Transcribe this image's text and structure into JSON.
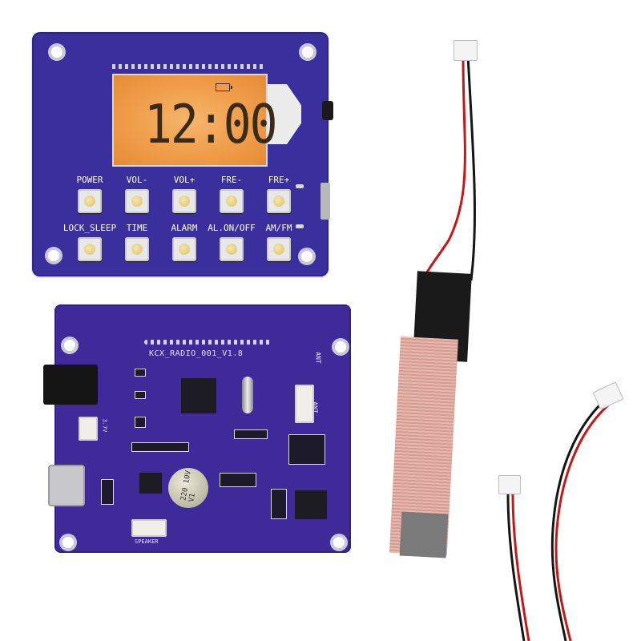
{
  "display_board": {
    "time": "12:00",
    "buttons_row1": [
      "POWER",
      "VOL-",
      "VOL+",
      "FRE-",
      "FRE+"
    ],
    "buttons_row2": [
      "LOCK_SLEEP",
      "TIME",
      "ALARM",
      "AL.ON/OFF",
      "AM/FM"
    ]
  },
  "main_board": {
    "board_name": "KCX_RADIO_001_V1.8",
    "silk_ant": "ANT",
    "silk_ant2": "ANT",
    "silk_speaker": "SPEAKER",
    "silk_volt": "3.7V",
    "capacitor_label": "220\n10V\nV1"
  }
}
